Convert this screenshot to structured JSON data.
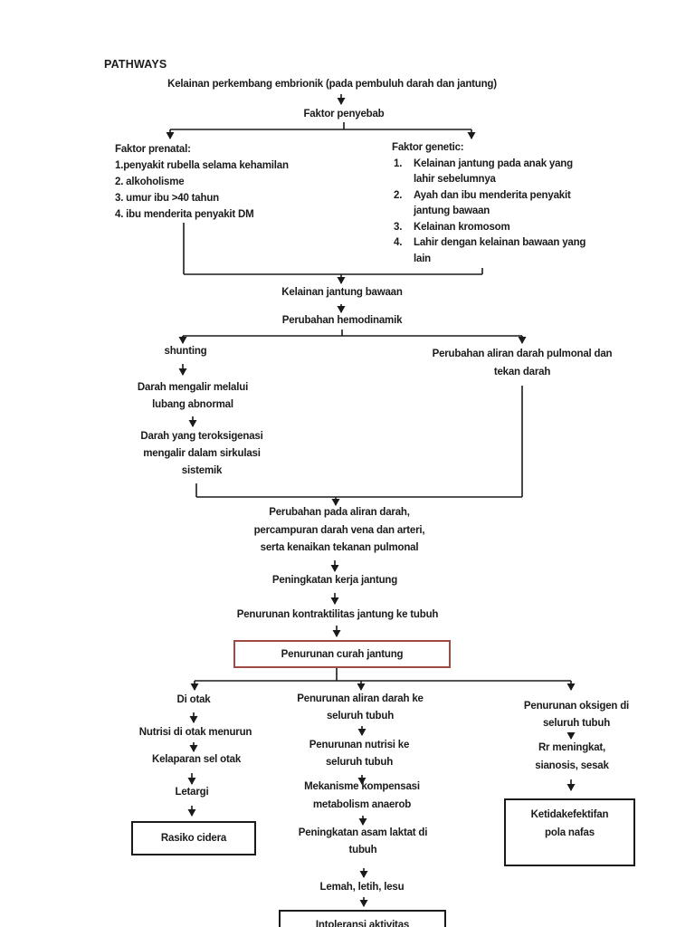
{
  "title": "PATHWAYS",
  "colors": {
    "line": "#1a1a1a",
    "box_border": "#1a1a1a",
    "highlight_border": "#a04a45"
  },
  "flow": {
    "root": "Kelainan perkembang embrionik (pada pembuluh darah dan jantung)",
    "cause": "Faktor penyebab",
    "prenatal": {
      "heading": "Faktor prenatal:",
      "items": [
        "1.penyakit rubella selama kehamilan",
        "2. alkoholisme",
        "3. umur ibu >40 tahun",
        "4. ibu menderita penyakit DM"
      ]
    },
    "genetic": {
      "heading": "Faktor genetic:",
      "items": [
        {
          "num": "1.",
          "line1": "Kelainan jantung pada anak yang",
          "line2": "lahir sebelumnya"
        },
        {
          "num": "2.",
          "line1": "Ayah dan ibu menderita penyakit",
          "line2": "jantung bawaan"
        },
        {
          "num": "3.",
          "line1": "Kelainan kromosom",
          "line2": ""
        },
        {
          "num": "4.",
          "line1": "Lahir dengan kelainan bawaan yang",
          "line2": "lain"
        }
      ]
    },
    "chd": "Kelainan jantung bawaan",
    "hemodynamic": "Perubahan hemodinamik",
    "shunting": "shunting",
    "pulmonal": {
      "line1": "Perubahan aliran darah pulmonal dan",
      "line2": "tekan darah"
    },
    "abnormal_hole": {
      "line1": "Darah mengalir melalui",
      "line2": "lubang abnormal"
    },
    "oxygenated": {
      "line1": "Darah yang teroksigenasi",
      "line2": "mengalir dalam sirkulasi",
      "line3": "sistemik"
    },
    "mixed_flow": {
      "line1": "Perubahan pada aliran darah,",
      "line2": "percampuran darah vena dan arteri,",
      "line3": "serta kenaikan tekanan pulmonal"
    },
    "workload": "Peningkatan kerja jantung",
    "contractility": "Penurunan kontraktilitas jantung ke tubuh",
    "cardiac_output": "Penurunan curah jantung",
    "brain": {
      "step1": "Di otak",
      "step2": "Nutrisi di otak menurun",
      "step3": "Kelaparan sel otak",
      "step4": "Letargi",
      "diagnosis": "Rasiko cidera"
    },
    "body": {
      "step1": {
        "line1": "Penurunan aliran darah ke",
        "line2": "seluruh tubuh"
      },
      "step2": {
        "line1": "Penurunan nutrisi ke",
        "line2": "seluruh tubuh"
      },
      "step3": {
        "line1": "Mekanisme kompensasi",
        "line2": "metabolism anaerob"
      },
      "step4": {
        "line1": "Peningkatan asam laktat di",
        "line2": "tubuh"
      },
      "step5": "Lemah, letih, lesu",
      "diagnosis": "Intoleransi aktivitas"
    },
    "oxygen": {
      "step1": {
        "line1": "Penurunan oksigen di",
        "line2": "seluruh tubuh"
      },
      "step2": {
        "line1": "Rr meningkat,",
        "line2": "sianosis, sesak"
      },
      "diagnosis": {
        "line1": "Ketidakefektifan",
        "line2": "pola nafas"
      }
    }
  }
}
